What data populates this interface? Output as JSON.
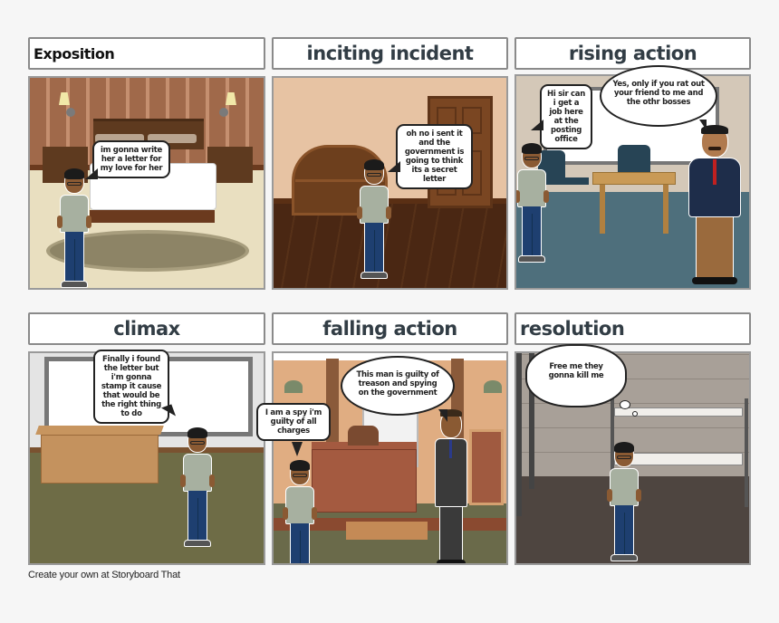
{
  "storyboard": {
    "panels": [
      {
        "title": "Exposition",
        "bubbles": [
          "im gonna write her a letter for my love for her"
        ]
      },
      {
        "title": "inciting incident",
        "bubbles": [
          "oh no i sent it and the government is going to think its a secret letter"
        ]
      },
      {
        "title": "rising action",
        "bubbles": [
          "Hi sir can i get a job here at the posting office",
          "Yes, only if you rat out your friend to me and the othr bosses"
        ]
      },
      {
        "title": "climax",
        "bubbles": [
          "Finally i found the letter but i'm gonna  stamp it cause that would be the right thing to do"
        ]
      },
      {
        "title": "falling action",
        "bubbles": [
          "I am a spy i'm guilty of all charges",
          "This man is guilty of treason and spying on the government"
        ]
      },
      {
        "title": "resolution",
        "bubbles": [
          "Free me they gonna kill me"
        ]
      }
    ]
  },
  "footer": {
    "link_text": "Create your own at Storyboard That"
  },
  "colors": {
    "page_bg": "#f6f6f6",
    "title_text": "#323d45",
    "panel_border": "#8a8a8a"
  }
}
